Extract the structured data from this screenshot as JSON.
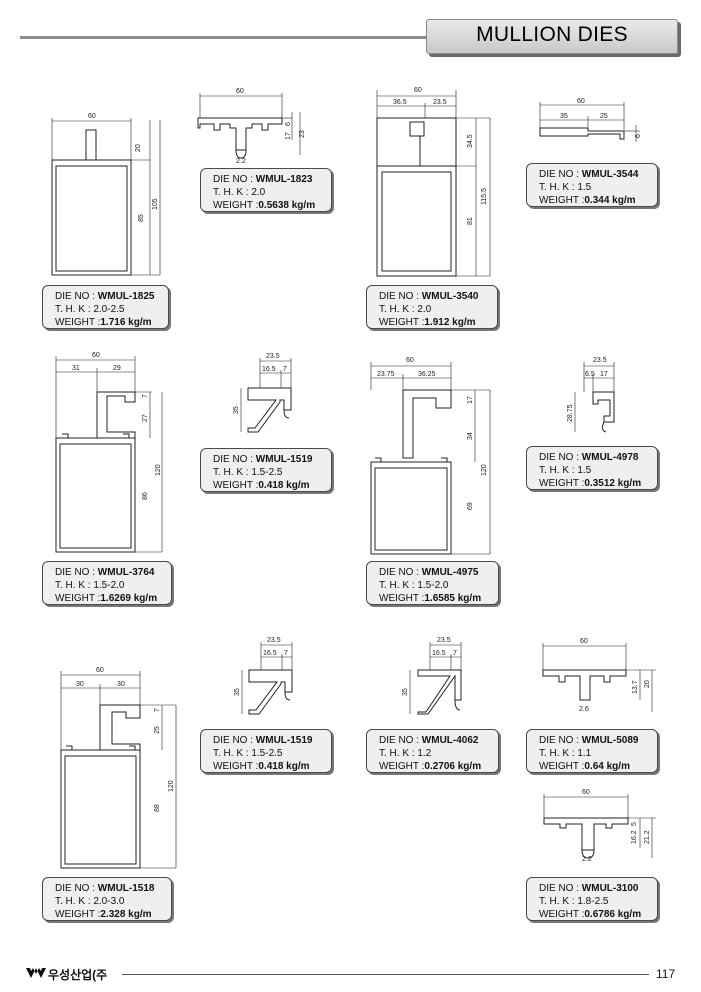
{
  "header": {
    "title": "MULLION DIES"
  },
  "labels": {
    "die_no": "DIE NO :",
    "thk": "T. H. K :",
    "weight": "WEIGHT :"
  },
  "dies": [
    {
      "die_no": "WMUL-1825",
      "thk": "2.0-2.5",
      "weight": "1.716 kg/m",
      "dims": [
        "60",
        "20",
        "105",
        "85"
      ]
    },
    {
      "die_no": "WMUL-1823",
      "thk": "2.0",
      "weight": "0.5638 kg/m",
      "dims": [
        "60",
        "6",
        "17",
        "23",
        "2.2"
      ]
    },
    {
      "die_no": "WMUL-3540",
      "thk": "2.0",
      "weight": "1.912 kg/m",
      "dims": [
        "60",
        "36.5",
        "23.5",
        "34.5",
        "115.5",
        "81"
      ]
    },
    {
      "die_no": "WMUL-3544",
      "thk": "1.5",
      "weight": "0.344 kg/m",
      "dims": [
        "60",
        "35",
        "25",
        "6"
      ]
    },
    {
      "die_no": "WMUL-3764",
      "thk": "1.5-2.0",
      "weight": "1.6269 kg/m",
      "dims": [
        "60",
        "31",
        "29",
        "7",
        "27",
        "120",
        "86"
      ]
    },
    {
      "die_no": "WMUL-1519",
      "thk": "1.5-2.5",
      "weight": "0.418 kg/m",
      "dims": [
        "23.5",
        "16.5",
        "7",
        "35"
      ]
    },
    {
      "die_no": "WMUL-4975",
      "thk": "1.5-2.0",
      "weight": "1.6585 kg/m",
      "dims": [
        "60",
        "23.75",
        "36.25",
        "17",
        "34",
        "120",
        "69"
      ]
    },
    {
      "die_no": "WMUL-4978",
      "thk": "1.5",
      "weight": "0.3512 kg/m",
      "dims": [
        "23.5",
        "6.5",
        "17",
        "28.75"
      ]
    },
    {
      "die_no": "WMUL-1518",
      "thk": "2.0-3.0",
      "weight": "2.328 kg/m",
      "dims": [
        "60",
        "30",
        "30",
        "7",
        "25",
        "120",
        "88"
      ]
    },
    {
      "die_no": "WMUL-1519",
      "thk": "1.5-2.5",
      "weight": "0.418 kg/m",
      "dims": [
        "23.5",
        "16.5",
        "7",
        "35"
      ]
    },
    {
      "die_no": "WMUL-4062",
      "thk": "1.2",
      "weight": "0.2706 kg/m",
      "dims": [
        "23.5",
        "16.5",
        "7",
        "35"
      ]
    },
    {
      "die_no": "WMUL-5089",
      "thk": "1.1",
      "weight": "0.64 kg/m",
      "dims": [
        "60",
        "13.7",
        "20",
        "2.6"
      ]
    },
    {
      "die_no": "WMUL-3100",
      "thk": "1.8-2.5",
      "weight": "0.6786 kg/m",
      "dims": [
        "60",
        "5",
        "16.2",
        "21.2",
        "2.2"
      ]
    }
  ],
  "footer": {
    "company": "우성산업(주",
    "page": "117"
  }
}
